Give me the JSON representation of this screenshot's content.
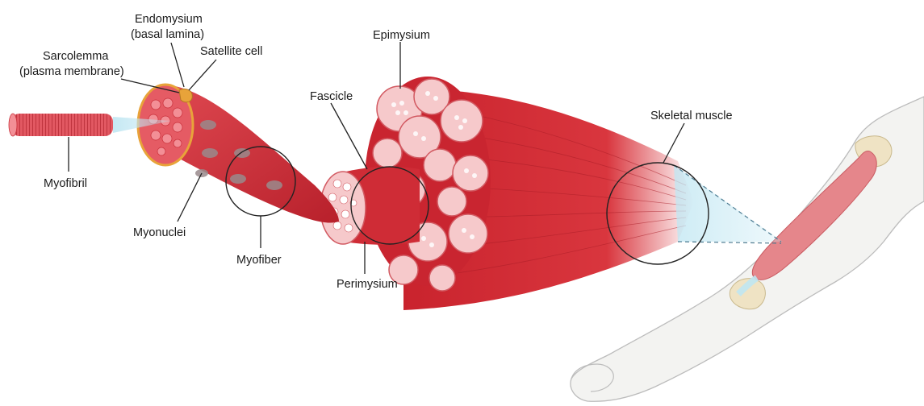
{
  "labels": {
    "endomysium": "Endomysium",
    "endomysium_sub": "(basal lamina)",
    "sarcolemma": "Sarcolemma",
    "sarcolemma_sub": "(plasma membrane)",
    "satellite_cell": "Satellite cell",
    "epimysium": "Epimysium",
    "fascicle": "Fascicle",
    "skeletal_muscle": "Skeletal muscle",
    "myofibril": "Myofibril",
    "myonuclei": "Myonuclei",
    "myofiber": "Myofiber",
    "perimysium": "Perimysium"
  },
  "colors": {
    "muscle_red": "#d9363e",
    "muscle_dark": "#b5202a",
    "muscle_light": "#ee8a8e",
    "fascicle_pink": "#f6c9cb",
    "sheath_orange": "#e8a33a",
    "nucleus_gray": "#9a8a8c",
    "zoom_blue": "#bfe6f2",
    "skin": "#f1f1ef",
    "bone": "#efe3c4",
    "outline": "#222222"
  }
}
